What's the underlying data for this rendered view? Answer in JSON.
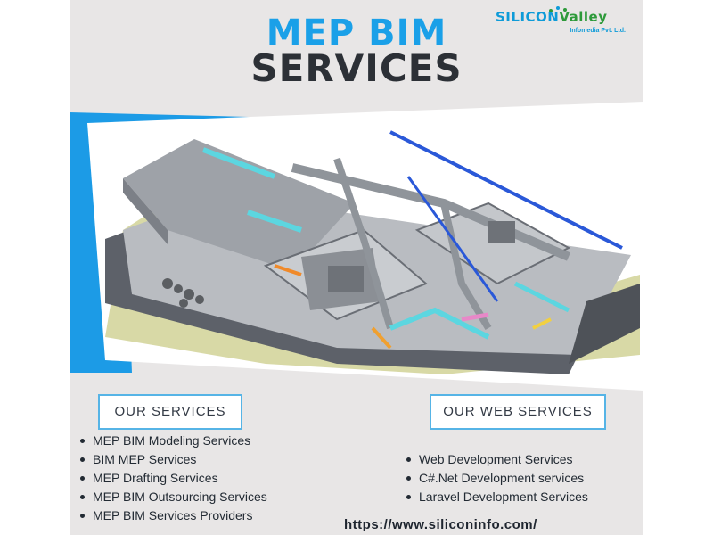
{
  "title": {
    "line1": "MEP BIM",
    "line2": "SERVICES"
  },
  "logo": {
    "word1": "SILICON",
    "word2": "Valley",
    "subtitle": "Infomedia Pvt. Ltd."
  },
  "colors": {
    "title_blue": "#1aa0e8",
    "title_dark": "#2c3036",
    "accent_blue": "#1c9be6",
    "logo_green": "#2d9a3a"
  },
  "our_services": {
    "heading": "OUR SERVICES",
    "items": [
      "MEP BIM Modeling Services",
      "BIM MEP Services",
      "MEP Drafting Services",
      "MEP BIM Outsourcing Services",
      "MEP BIM Services Providers"
    ]
  },
  "our_web_services": {
    "heading": "OUR WEB SERVICES",
    "items": [
      "Web Development Services",
      "C#.Net Development services",
      "Laravel Development Services"
    ]
  },
  "website": "https://www.siliconinfo.com/"
}
